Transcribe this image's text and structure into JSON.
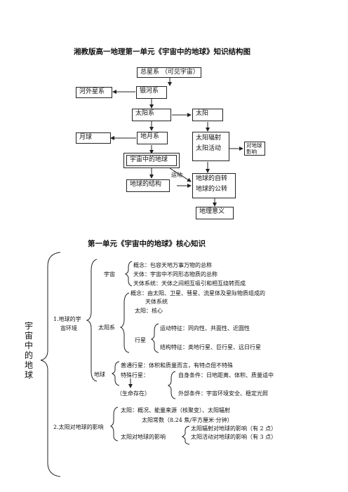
{
  "map": {
    "title": "湘教版高一地理第一单元《宇宙中的地球》知识结构图",
    "nodes": {
      "total": "总星系 （可见宇宙）",
      "outer": "河外星系",
      "milky": "银河系",
      "solar": "太阳系",
      "sun": "太阳",
      "moon": "月球",
      "earthmoon": "地月系",
      "radiation": "太阳辐射",
      "activity": "太阳活动",
      "impact_line1": "对地球",
      "impact_line2": "影响",
      "earth_in_universe": "宇宙中的地球",
      "structure": "地球的结构",
      "rotation": "地球的自转",
      "revolution": "地球的公转",
      "meaning": "地理意义",
      "motion_label": "运动"
    }
  },
  "knowledge": {
    "title": "第一单元《宇宙中的地球》核心知识",
    "root": "宇宙中的地球",
    "s1_line1": "1.地球的宇",
    "s1_line2": "宙环境",
    "universe_label": "宇宙",
    "u_concept": "概念：包容天地万事万物的总称",
    "u_body": "天体：宇宙中不同形态物质的总称",
    "u_system": "天体系统：天体之间相互吸引和相互绕转而成",
    "solar_label": "太阳系",
    "sol_concept1": "概念：由太阳、卫星、彗星、流星体及星际物质组成的",
    "sol_concept2": "天体系统",
    "sol_sun": "太阳：核心",
    "planet_label": "行星",
    "p_motion": "运动特征：同向性、共面性、近圆性",
    "p_structure": "结构特征：类地行星、巨行星、远日行星",
    "earth_label": "地球",
    "e_normal": "普通行星：体积和质量而言，有特点但不特殊",
    "e_special": "特殊行星：",
    "e_life": "（生命存在）",
    "e_inner": "自身条件：日地距离、体积、质量适中",
    "e_outer": "外部条件：宇宙环境安全、稳定光照",
    "s2": "2.太阳对地球的影响",
    "sun_line": "太阳：概况、能量来源（核聚变）、太阳辐射",
    "sun_constant": "太阳常数（8.24 焦/平方厘米·分钟）",
    "impact_label": "太阳对地球的影响",
    "imp_rad": "太阳辐射对地球的影响（有 2 点）",
    "imp_act": "太阳活动对地球的影响（有 3 点）"
  }
}
